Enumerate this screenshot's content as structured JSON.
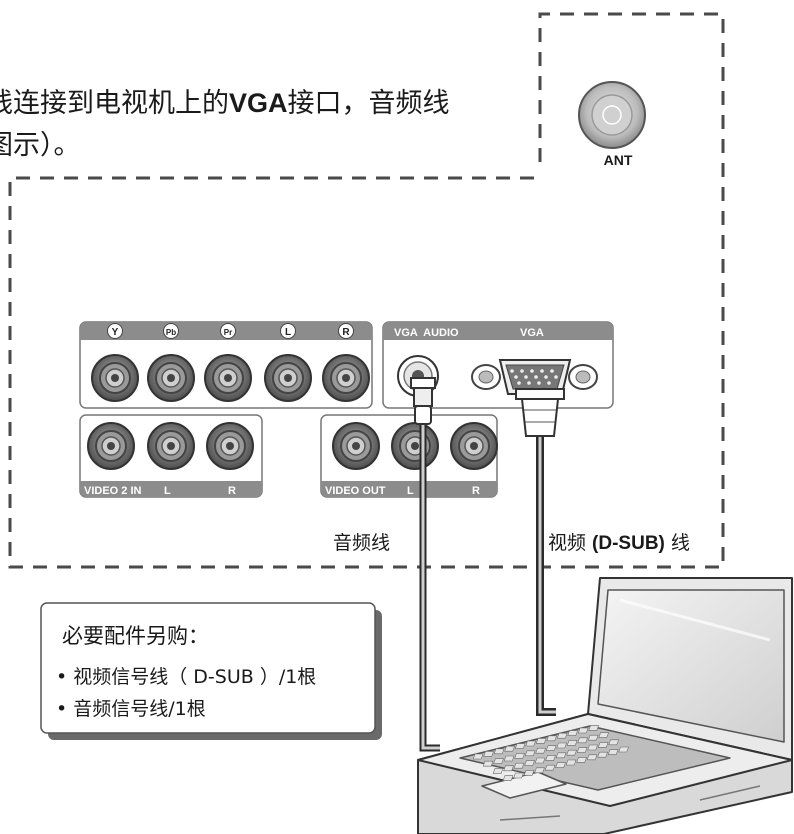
{
  "instruction": {
    "line1_prefix": "线连接到电视机上的",
    "line1_bold": "VGA",
    "line1_suffix": "接口，音频线",
    "line2": "图示）。"
  },
  "antenna": {
    "label": "ANT"
  },
  "panel": {
    "component_labels": [
      "Y",
      "Pb",
      "Pr",
      "L",
      "R"
    ],
    "vga_audio_label": "VGA  AUDIO",
    "vga_label": "VGA",
    "video2_in_label": "VIDEO 2 IN",
    "video2_l": "L",
    "video2_r": "R",
    "video_out_label": "VIDEO OUT",
    "video_out_l": "L",
    "video_out_r": "R"
  },
  "cables": {
    "audio_label": "音频线",
    "video_label_prefix": "视频 ",
    "video_label_bold": "(D-SUB)",
    "video_label_suffix": " 线"
  },
  "note": {
    "title": "必要配件另购：",
    "items": [
      "• 视频信号线（ D-SUB ）/1根",
      "• 音频信号线/1根"
    ]
  },
  "colors": {
    "ink": "#1a1a1a",
    "panel_gray": "#8c8c8c",
    "jack_dark": "#666666",
    "dash": "#4a4a4a"
  }
}
